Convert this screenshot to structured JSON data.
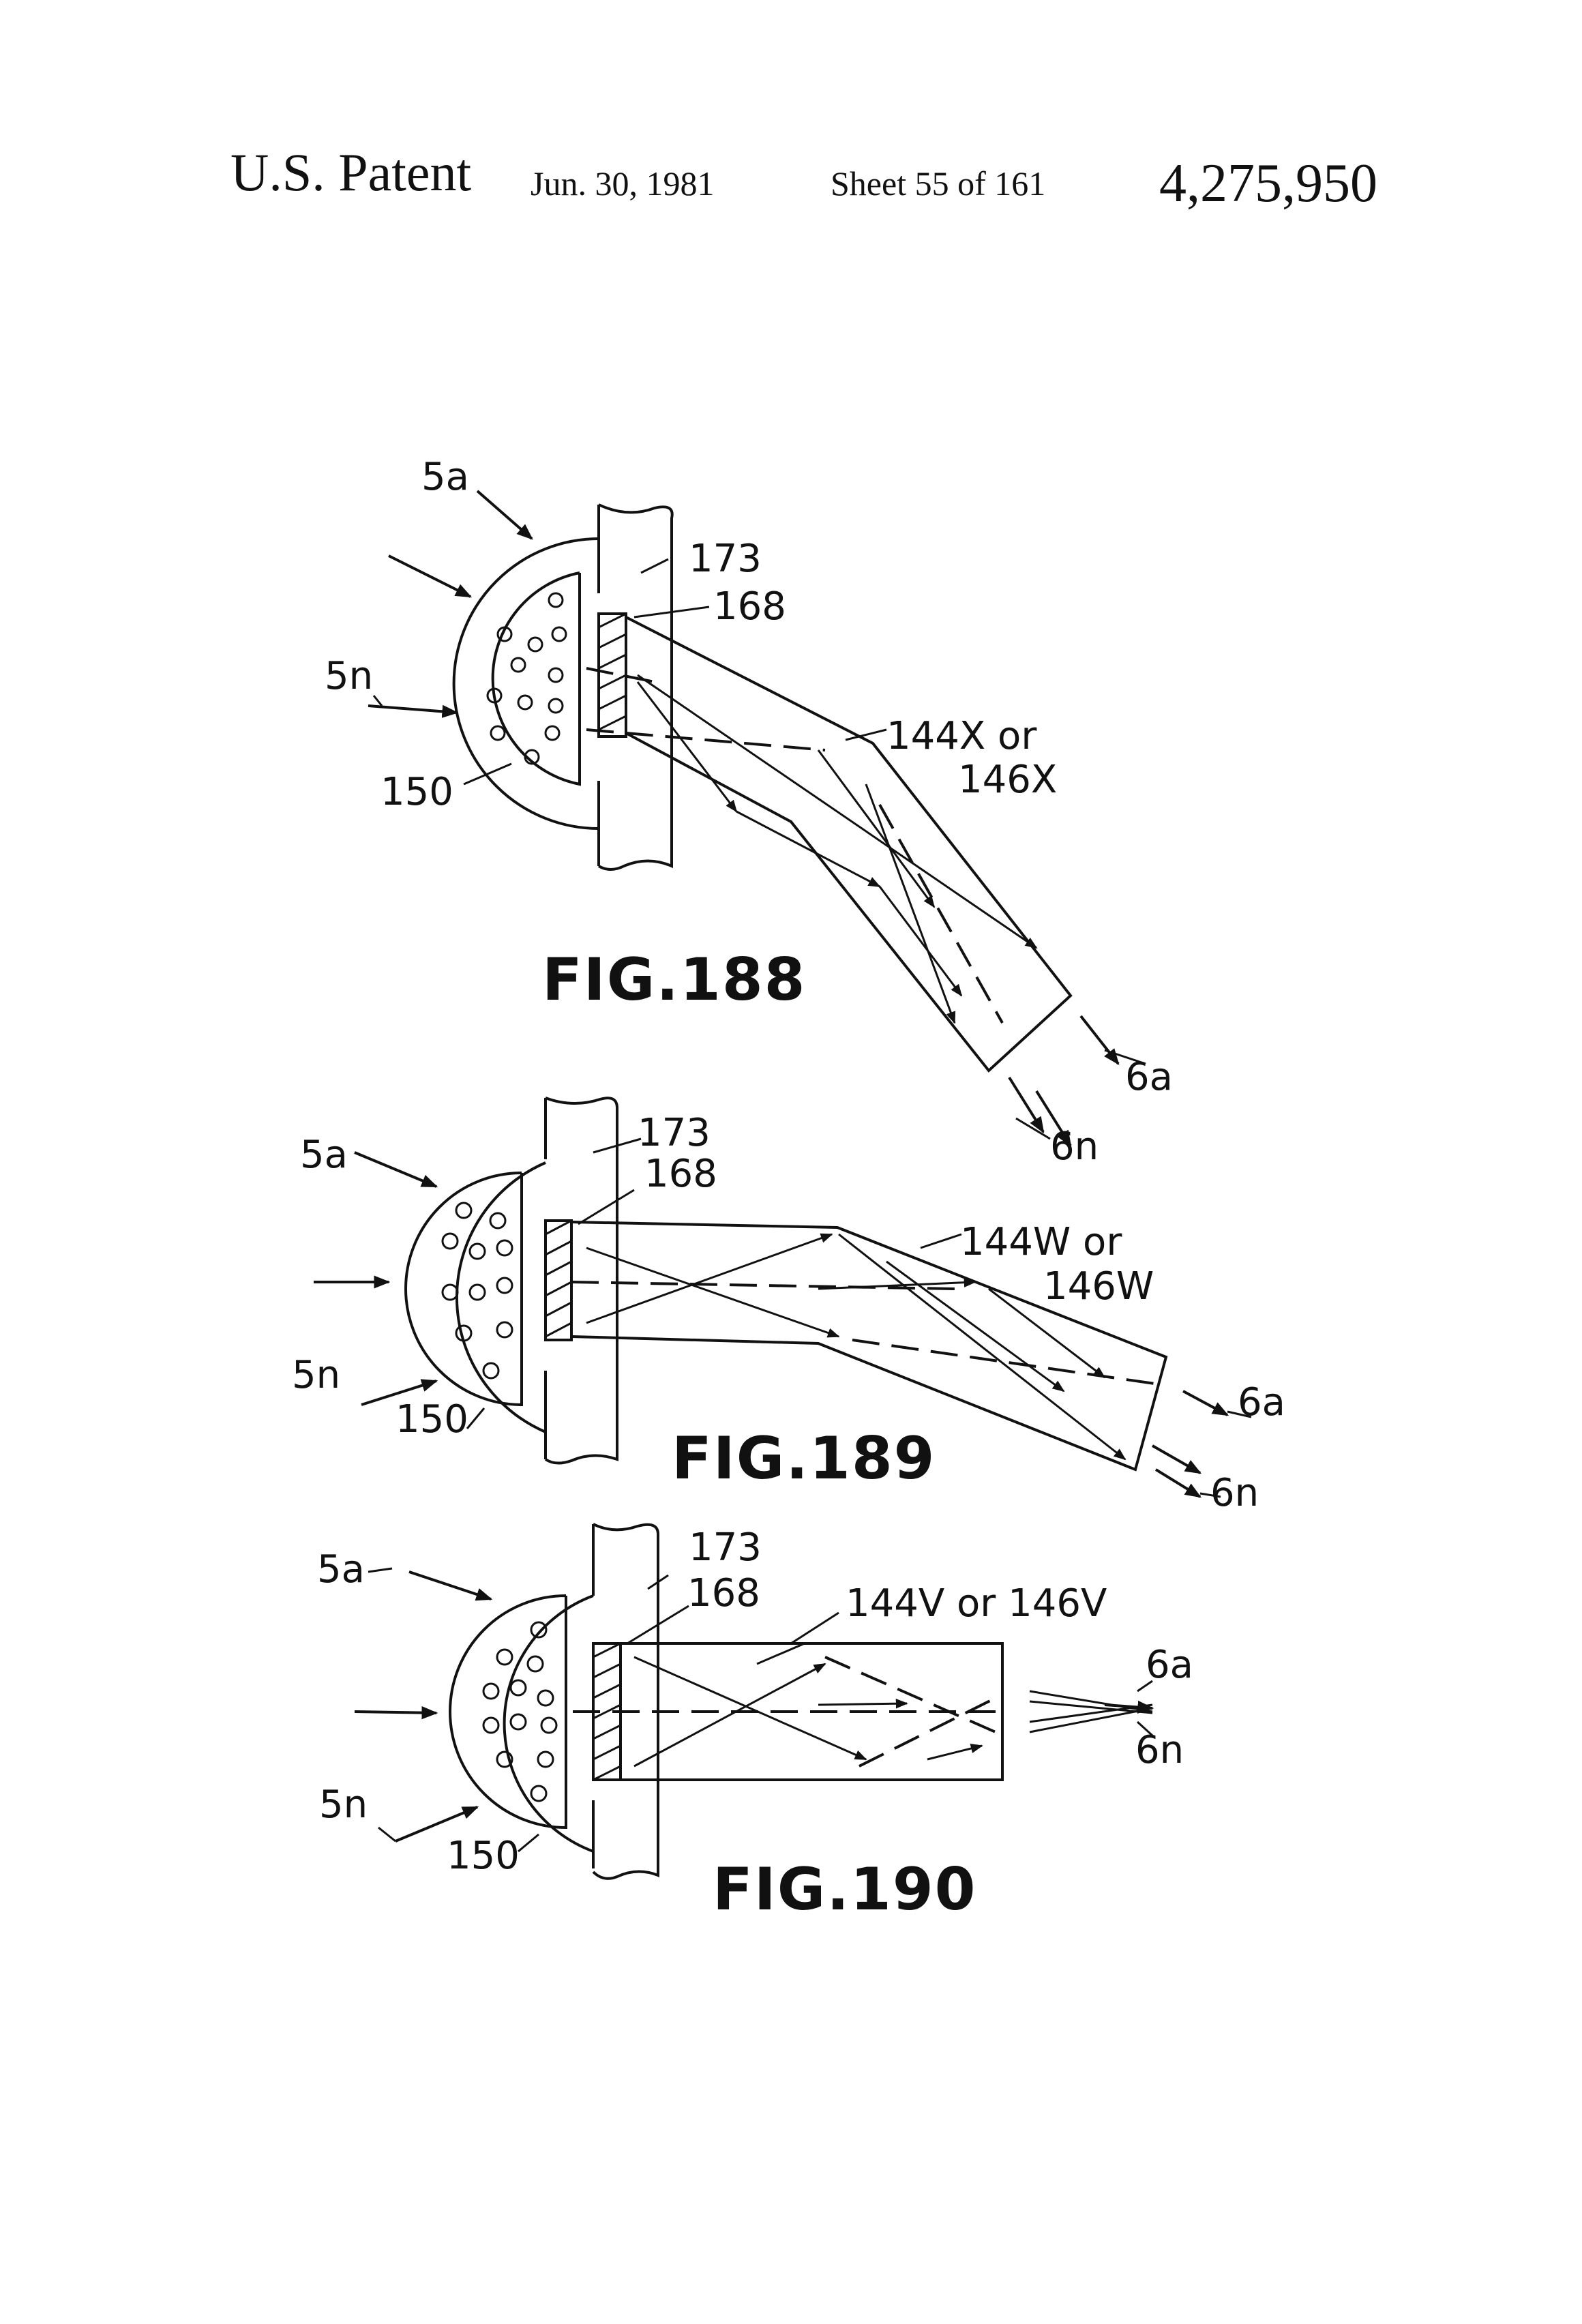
{
  "header": {
    "left": "U.S. Patent",
    "date": "Jun. 30, 1981",
    "sheet": "Sheet 55 of 161",
    "number": "4,275,950"
  },
  "figures": [
    {
      "caption": "FIG.188",
      "labels": {
        "in_top": "5a",
        "in_bottom": "5n",
        "element_150": "150",
        "element_173": "173",
        "element_168": "168",
        "guide_line1": "144X or",
        "guide_line2": "146X",
        "out_top": "6a",
        "out_bottom": "6n"
      }
    },
    {
      "caption": "FIG.189",
      "labels": {
        "in_top": "5a",
        "in_bottom": "5n",
        "element_150": "150",
        "element_173": "173",
        "element_168": "168",
        "guide_line1": "144W or",
        "guide_line2": "146W",
        "out_top": "6a",
        "out_bottom": "6n"
      }
    },
    {
      "caption": "FIG.190",
      "labels": {
        "in_top": "5a",
        "in_bottom": "5n",
        "element_150": "150",
        "element_173": "173",
        "element_168": "168",
        "guide_line1": "144V or 146V",
        "out_top": "6a",
        "out_bottom": "6n"
      }
    }
  ]
}
